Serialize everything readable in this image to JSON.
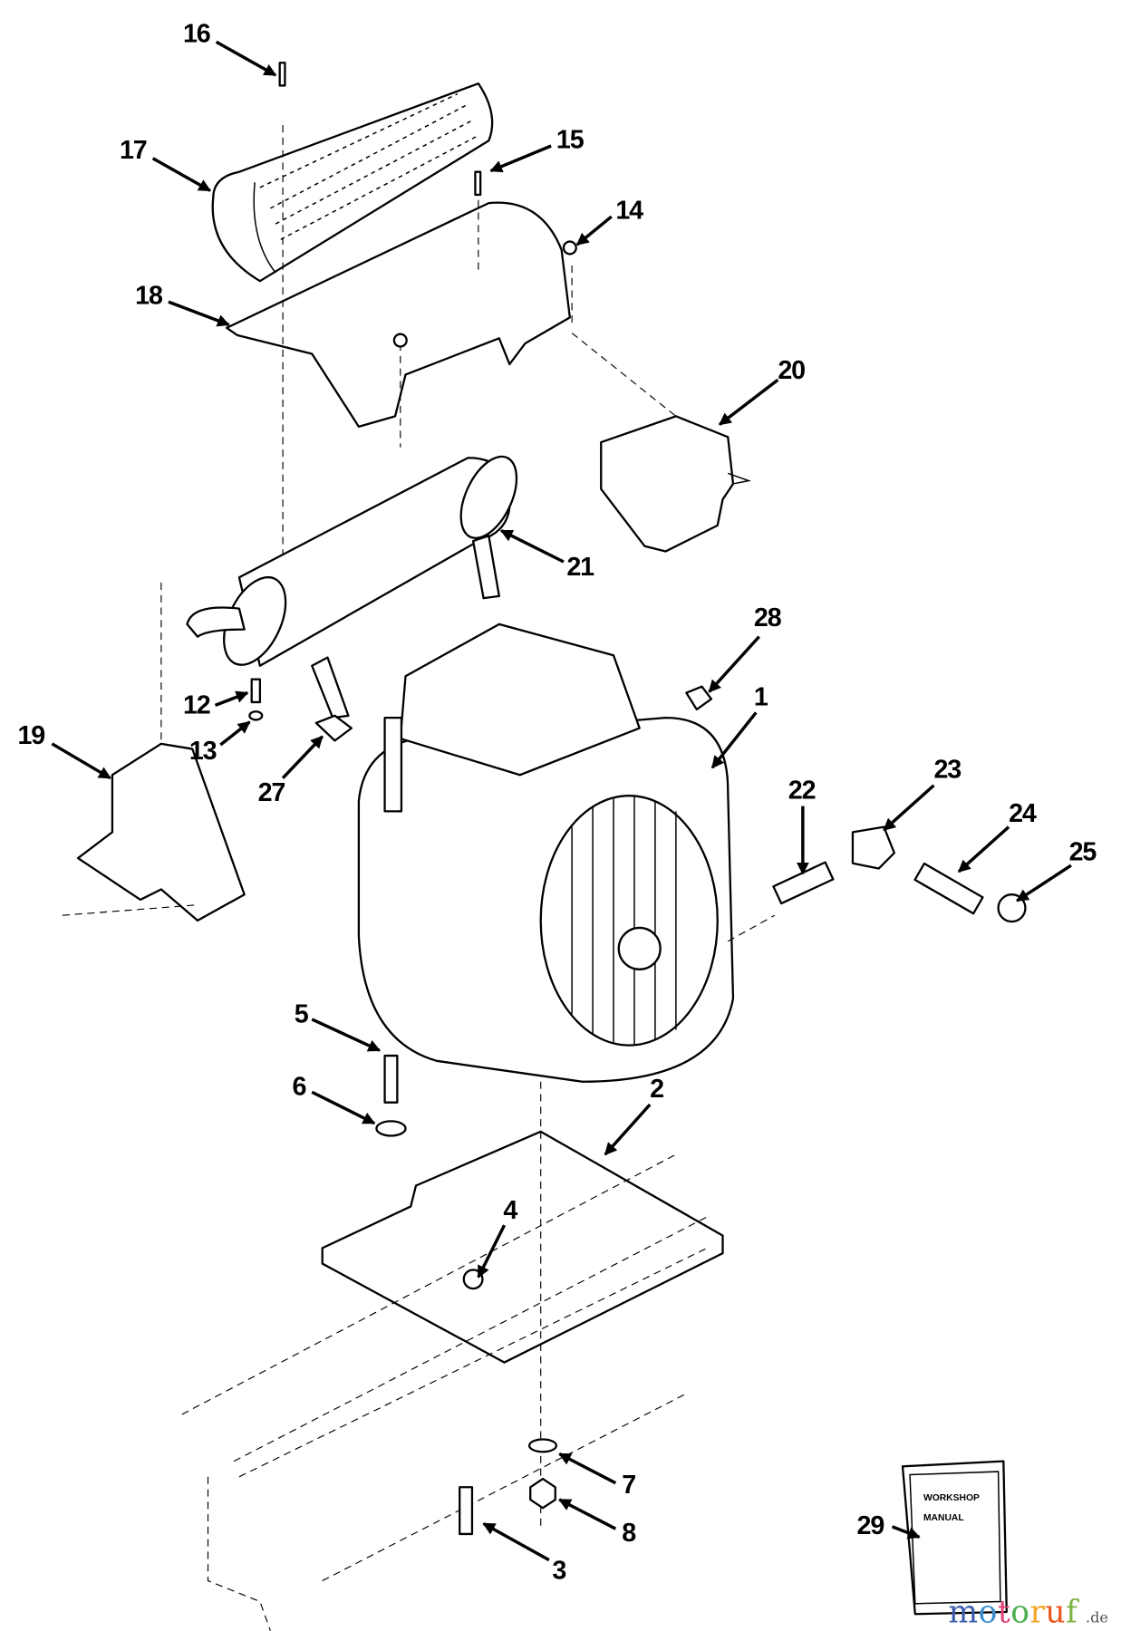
{
  "diagram": {
    "callouts": {
      "c1": "1",
      "c2": "2",
      "c3": "3",
      "c4": "4",
      "c5": "5",
      "c6": "6",
      "c7": "7",
      "c8": "8",
      "c12": "12",
      "c13": "13",
      "c14": "14",
      "c15": "15",
      "c16": "16",
      "c17": "17",
      "c18": "18",
      "c19": "19",
      "c20": "20",
      "c21": "21",
      "c22": "22",
      "c23": "23",
      "c24": "24",
      "c25": "25",
      "c27": "27",
      "c28": "28",
      "c29": "29"
    },
    "manual": {
      "line1": "WORKSHOP",
      "line2": "MANUAL"
    },
    "watermark": {
      "letters": [
        "m",
        "o",
        "t",
        "o",
        "r",
        "u",
        "f"
      ],
      "colors": [
        "#3b5bab",
        "#3b8fd0",
        "#e0457b",
        "#4caf50",
        "#f5a623",
        "#e8561c",
        "#7cb342"
      ],
      "suffix": ".de"
    }
  }
}
